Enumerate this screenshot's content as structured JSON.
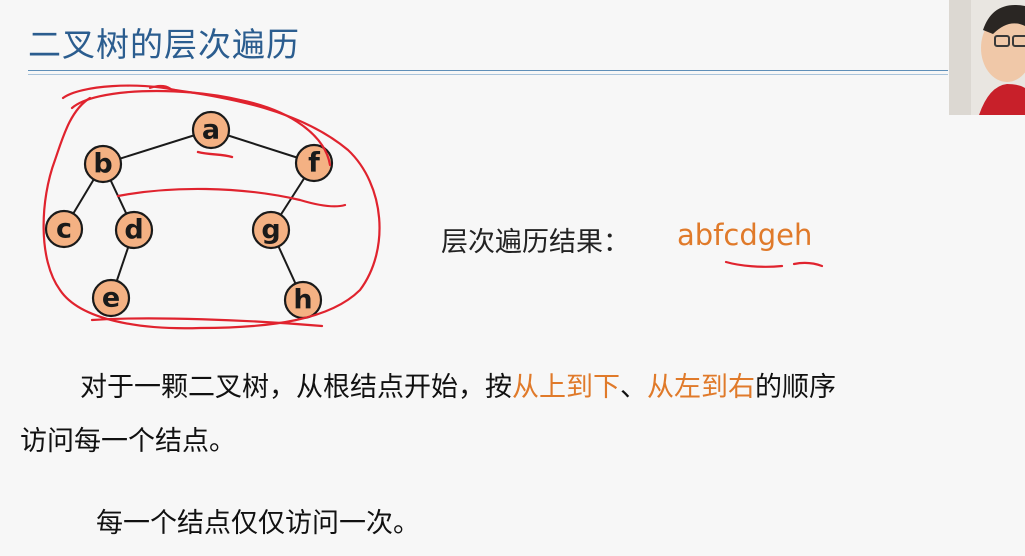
{
  "title": "二叉树的层次遍历",
  "tree": {
    "nodes": [
      {
        "id": "a",
        "label": "a"
      },
      {
        "id": "b",
        "label": "b"
      },
      {
        "id": "f",
        "label": "f"
      },
      {
        "id": "c",
        "label": "c"
      },
      {
        "id": "d",
        "label": "d"
      },
      {
        "id": "g",
        "label": "g"
      },
      {
        "id": "e",
        "label": "e"
      },
      {
        "id": "h",
        "label": "h"
      }
    ],
    "edges": [
      [
        "a",
        "b"
      ],
      [
        "a",
        "f"
      ],
      [
        "b",
        "c"
      ],
      [
        "b",
        "d"
      ],
      [
        "f",
        "g"
      ],
      [
        "d",
        "e"
      ],
      [
        "g",
        "h"
      ]
    ],
    "colors": {
      "node_fill": "#f4b183",
      "node_stroke": "#1a1a1a",
      "annotation_red": "#e0232e"
    }
  },
  "result": {
    "label": "层次遍历结果：",
    "value": "abfcdgeh",
    "value_color": "#e07a2a"
  },
  "description": {
    "line1_prefix": "对于一颗二叉树，从根结点开始，按",
    "highlight1": "从上到下",
    "separator": "、",
    "highlight2": "从左到右",
    "line1_suffix": "的顺序",
    "line2": "访问每一个结点。",
    "line3": "每一个结点仅仅访问一次。"
  }
}
